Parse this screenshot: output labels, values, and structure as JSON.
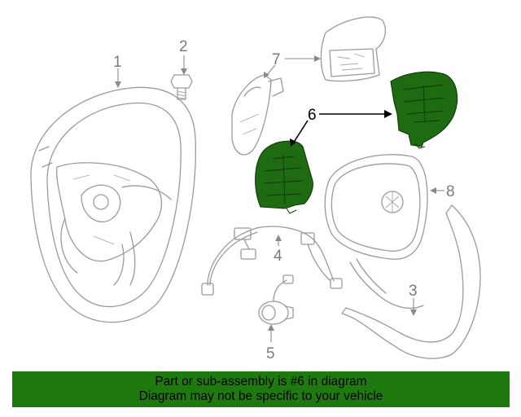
{
  "diagram": {
    "callouts": [
      {
        "id": "1",
        "label": "1"
      },
      {
        "id": "2",
        "label": "2"
      },
      {
        "id": "3",
        "label": "3"
      },
      {
        "id": "4",
        "label": "4"
      },
      {
        "id": "5",
        "label": "5"
      },
      {
        "id": "6",
        "label": "6"
      },
      {
        "id": "7",
        "label": "7"
      },
      {
        "id": "8",
        "label": "8"
      }
    ],
    "highlighted_part": "6",
    "colors": {
      "highlight": "#1f6b12",
      "linework": "#9a9a9a",
      "banner": "#1e7a0f"
    }
  },
  "banner": {
    "line1": "Part or sub-assembly is #6 in diagram",
    "line2": "Diagram may not be specific to your vehicle"
  }
}
